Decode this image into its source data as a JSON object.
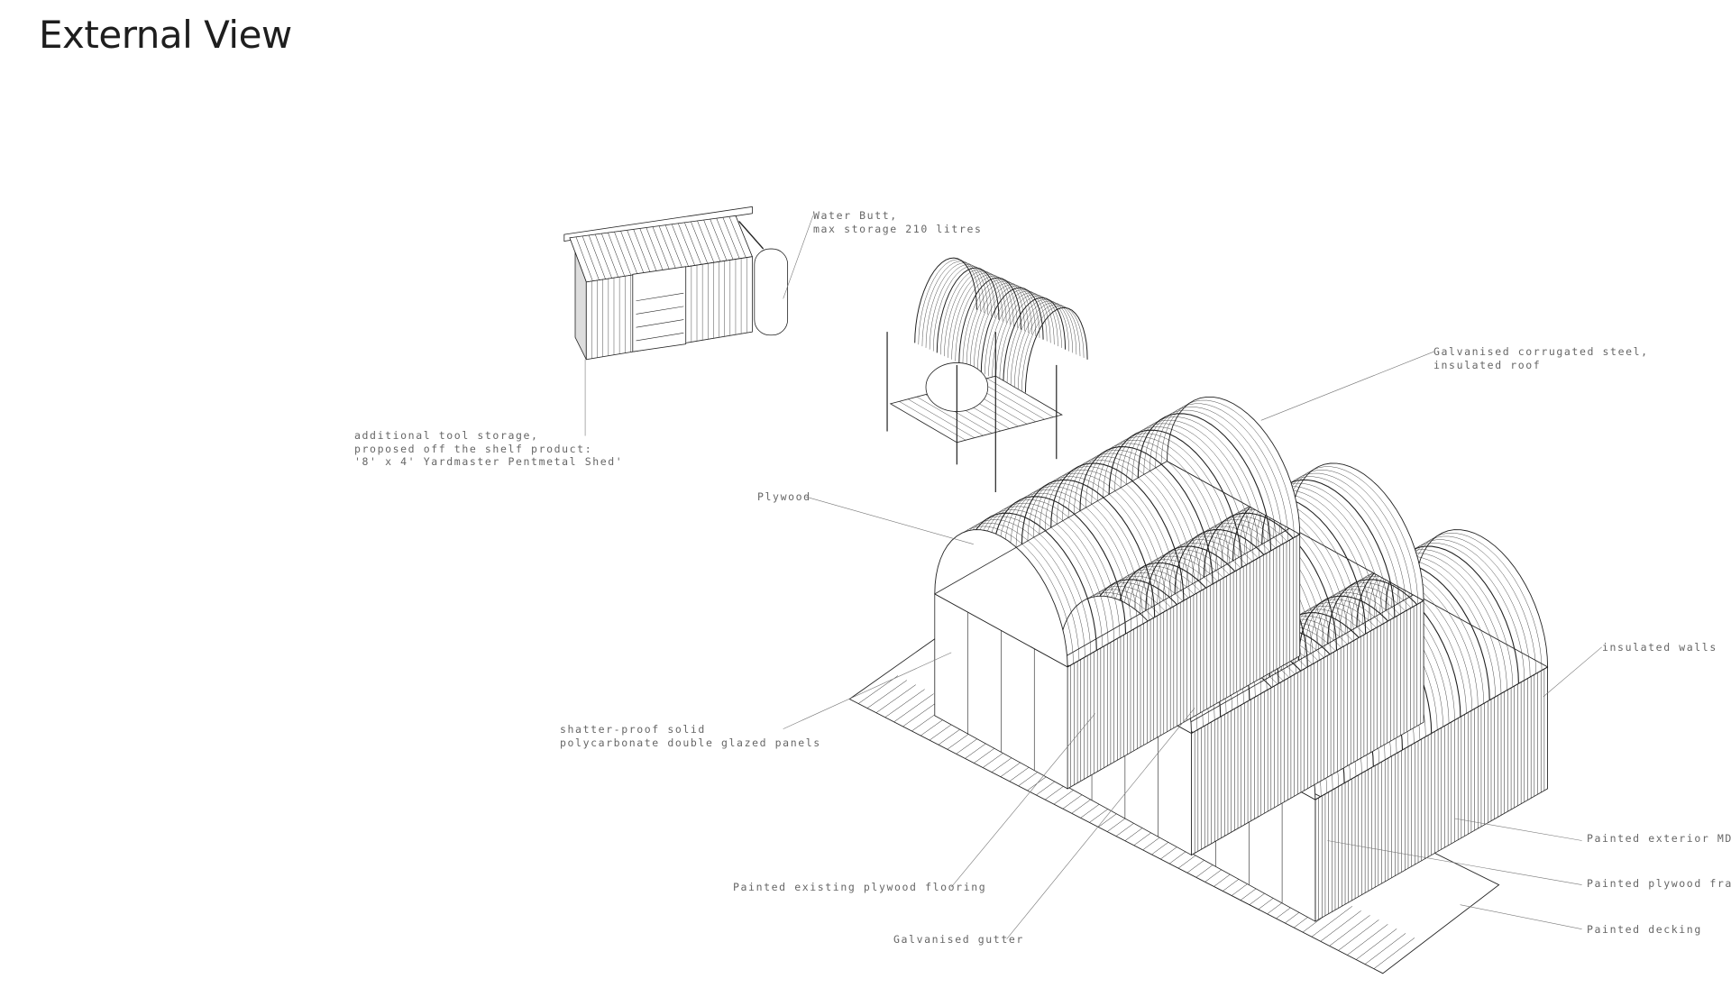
{
  "title": "External View",
  "labels": {
    "water_butt": [
      "Water Butt,",
      "max storage 210 litres"
    ],
    "shed": [
      "additional tool storage,",
      "proposed off the shelf product:",
      "'8' x 4' Yardmaster Pentmetal Shed'"
    ],
    "roof": [
      "Galvanised corrugated steel,",
      "insulated roof"
    ],
    "plywood": "Plywood",
    "walls": "insulated walls",
    "panels": [
      "shatter-proof solid",
      "polycarbonate double glazed panels"
    ],
    "mdf": "Painted exterior MDF",
    "frames": "Painted plywood frames",
    "decking": "Painted decking",
    "flooring": "Painted existing plywood flooring",
    "gutter": "Galvanised gutter"
  },
  "colors": {
    "line": "#222222",
    "label": "#666666",
    "leader": "#777777"
  }
}
